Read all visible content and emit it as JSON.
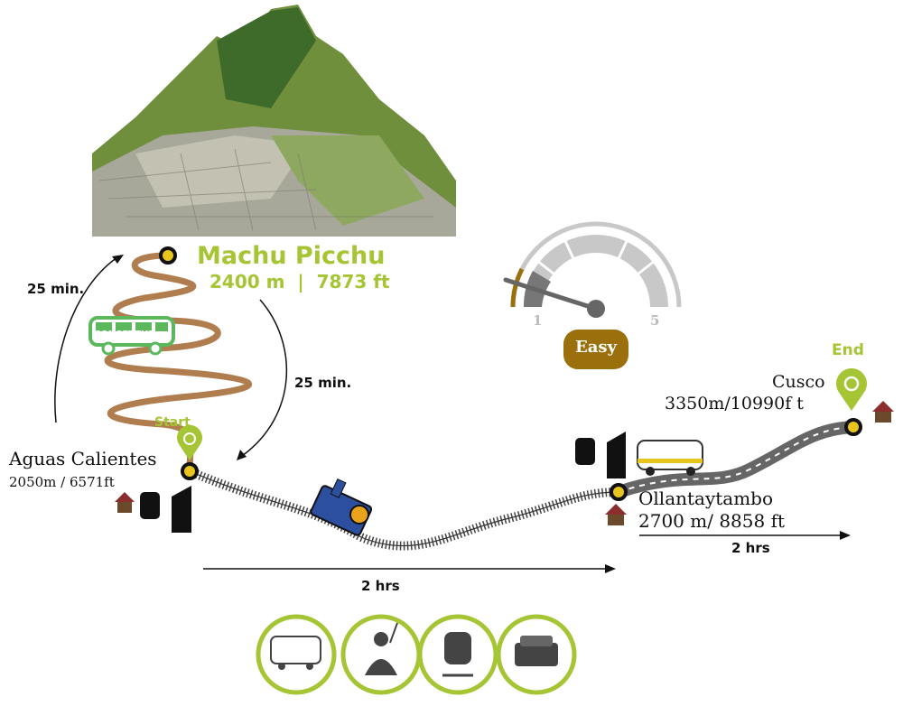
{
  "title": {
    "name": "Machu Picchu",
    "elevation": "2400 m  |  7873 ft"
  },
  "bus": {
    "label": "CONSETTUR",
    "up_duration": "25 min.",
    "down_duration": "25 min."
  },
  "start": {
    "label": "Start",
    "name": "Aguas Calientes",
    "elevation": "2050m / 6571ft"
  },
  "train_leg": {
    "duration": "2 hrs"
  },
  "mid": {
    "name": "Ollantaytambo",
    "elevation": "2700 m/ 8858 ft"
  },
  "road_leg": {
    "duration": "2 hrs"
  },
  "end": {
    "label": "End",
    "name": "Cusco",
    "elevation": "3350m/10990f t"
  },
  "difficulty": {
    "min_label": "1",
    "max_label": "5",
    "value": 1,
    "scale_max": 5,
    "badge": "Easy"
  },
  "included_icons": [
    "van-icon",
    "guide-icon",
    "train-icon",
    "bed-icon"
  ],
  "colors": {
    "accent_green": "#a5c535",
    "road_brown": "#b07d4f",
    "badge_gold": "#9a6f0c",
    "pin_yellow": "#e8c51c"
  }
}
